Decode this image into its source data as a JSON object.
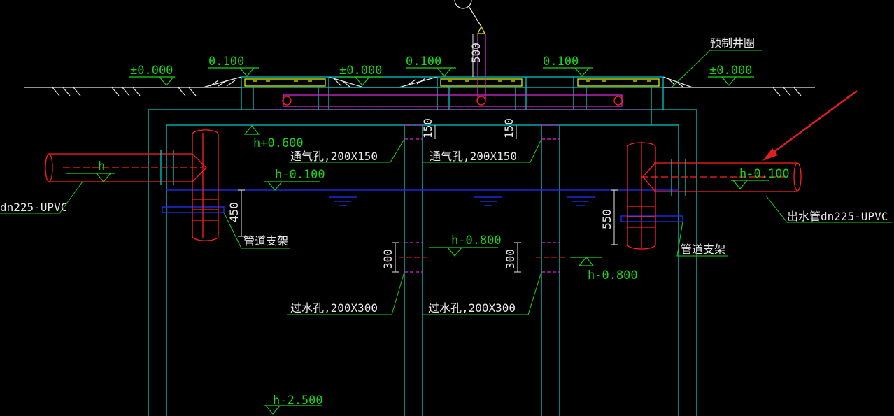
{
  "colors": {
    "background": "#000000",
    "structure": "#00c8c8",
    "pipe": "#ff2020",
    "label": "#19d219",
    "dimension": "#e8e8e8",
    "opening": "#d02ad0",
    "water": "#2030ff",
    "cover": "#e8e800",
    "arrow": "#e02020"
  },
  "levels": {
    "ground_left": "±0.000",
    "cover_left": "0.100",
    "ground_mid": "±0.000",
    "cover_mid": "0.100",
    "cover_right": "0.100",
    "ground_right": "±0.000",
    "hole_top": "h+0.600",
    "inlet": "h",
    "water": "h-0.100",
    "outlet": "h-0.100",
    "orifice_left": "h-0.800",
    "orifice_right": "h-0.800",
    "bottom": "h-2.500"
  },
  "labels": {
    "precast_ring": "预制井圈",
    "vent_left": "通气孔,200X150",
    "vent_right": "通气孔,200X150",
    "inlet_pipe": "dn225-UPVC",
    "outlet_pipe": "出水管dn225-UPVC",
    "support_left": "管道支架",
    "support_right": "管道支架",
    "orifice_label_left": "过水孔,200X300",
    "orifice_label_right": "过水孔,200X300"
  },
  "dimensions": {
    "vent_height": "500",
    "vent_hole_left": "150",
    "vent_hole_right": "150",
    "support_left": "450",
    "support_right": "550",
    "orifice_left": "300",
    "orifice_right": "300"
  }
}
